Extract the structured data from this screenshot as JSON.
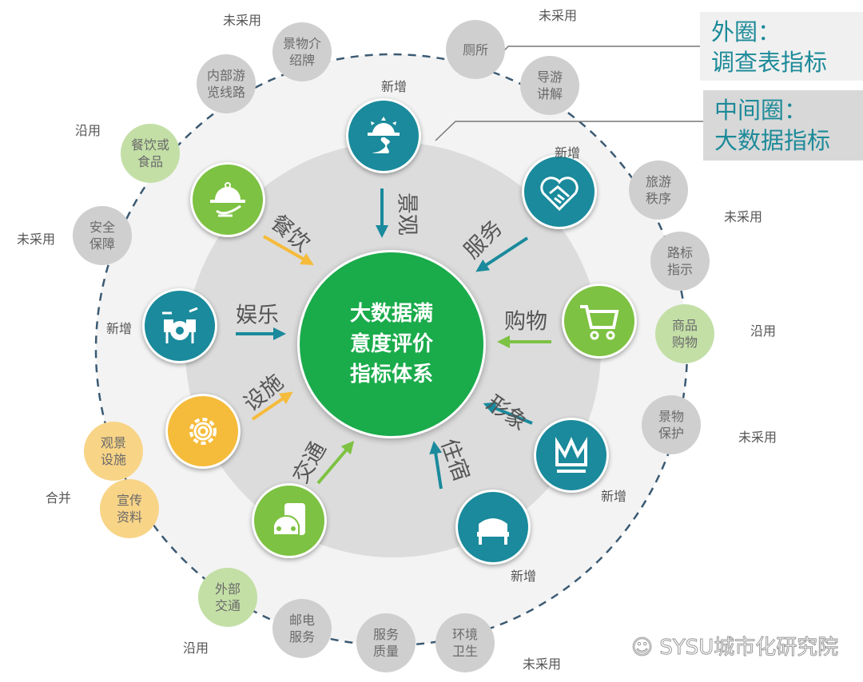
{
  "center_title": [
    "大数据满",
    "意度评价",
    "指标体系"
  ],
  "legend": {
    "outer": {
      "line1": "外圈：",
      "line2": "调查表指标"
    },
    "middle": {
      "line1": "中间圈：",
      "line2": "大数据指标"
    }
  },
  "middle_categories": [
    {
      "label": "景观",
      "icon": "scenery-icon",
      "color": "#1a8a9c",
      "status": "新增"
    },
    {
      "label": "服务",
      "icon": "handshake-heart-icon",
      "color": "#1a8a9c",
      "status": "新增"
    },
    {
      "label": "购物",
      "icon": "shopping-cart-icon",
      "color": "#7dc242",
      "status": ""
    },
    {
      "label": "形象",
      "icon": "crown-icon",
      "color": "#1a8a9c",
      "status": "新增"
    },
    {
      "label": "住宿",
      "icon": "bed-icon",
      "color": "#1a8a9c",
      "status": "新增"
    },
    {
      "label": "交通",
      "icon": "vehicle-icon",
      "color": "#7dc242",
      "status": ""
    },
    {
      "label": "设施",
      "icon": "gear-icon",
      "color": "#f5bb3a",
      "status": ""
    },
    {
      "label": "娱乐",
      "icon": "drum-kit-icon",
      "color": "#1a8a9c",
      "status": "新增"
    },
    {
      "label": "餐饮",
      "icon": "food-tray-icon",
      "color": "#7dc242",
      "status": ""
    }
  ],
  "outer_indicators": [
    {
      "label": "景物介绍牌",
      "lines": [
        "景物介",
        "绍牌"
      ],
      "type": "unused"
    },
    {
      "label": "内部游览线路",
      "lines": [
        "内部游",
        "览线路"
      ],
      "type": "unused"
    },
    {
      "label": "餐饮或食品",
      "lines": [
        "餐饮或",
        "食品"
      ],
      "type": "kept"
    },
    {
      "label": "安全保障",
      "lines": [
        "安全",
        "保障"
      ],
      "type": "unused"
    },
    {
      "label": "观景设施",
      "lines": [
        "观景",
        "设施"
      ],
      "type": "merged"
    },
    {
      "label": "宣传资料",
      "lines": [
        "宣传",
        "资料"
      ],
      "type": "merged"
    },
    {
      "label": "外部交通",
      "lines": [
        "外部",
        "交通"
      ],
      "type": "kept"
    },
    {
      "label": "邮电服务",
      "lines": [
        "邮电",
        "服务"
      ],
      "type": "unused"
    },
    {
      "label": "服务质量",
      "lines": [
        "服务",
        "质量"
      ],
      "type": "unused"
    },
    {
      "label": "环境卫生",
      "lines": [
        "环境",
        "卫生"
      ],
      "type": "unused"
    },
    {
      "label": "景物保护",
      "lines": [
        "景物",
        "保护"
      ],
      "type": "unused"
    },
    {
      "label": "商品购物",
      "lines": [
        "商品",
        "购物"
      ],
      "type": "kept"
    },
    {
      "label": "路标指示",
      "lines": [
        "路标",
        "指示"
      ],
      "type": "unused"
    },
    {
      "label": "旅游秩序",
      "lines": [
        "旅游",
        "秩序"
      ],
      "type": "unused"
    },
    {
      "label": "导游讲解",
      "lines": [
        "导游",
        "讲解"
      ],
      "type": "unused"
    },
    {
      "label": "厕所",
      "lines": [
        "厕所"
      ],
      "type": "unused"
    }
  ],
  "status_labels": [
    "未采用",
    "未采用",
    "沿用",
    "未采用",
    "合并",
    "沿用",
    "未采用",
    "未采用",
    "沿用",
    "未采用"
  ],
  "colors": {
    "unused": "#cfcfcf",
    "kept": "#c3dfa6",
    "merged": "#f8d487",
    "teal": "#1a8a9c",
    "green": "#1aab4b"
  },
  "watermark": "SYSU城市化研究院"
}
